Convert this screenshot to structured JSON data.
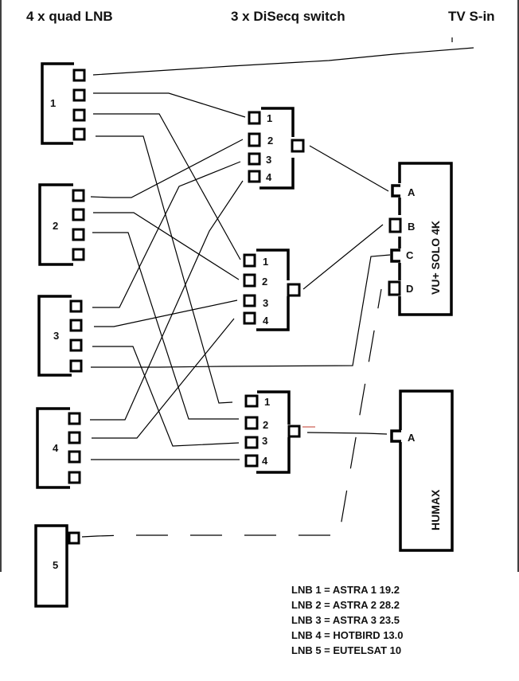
{
  "headers": {
    "lnb": "4 x quad LNB",
    "switch": "3 x DiSecq switch",
    "tv": "TV  S-in"
  },
  "lnbs": [
    {
      "label": "1"
    },
    {
      "label": "2"
    },
    {
      "label": "3"
    },
    {
      "label": "4"
    },
    {
      "label": "5"
    }
  ],
  "switches": [
    {
      "ports": [
        "1",
        "2",
        "3",
        "4"
      ]
    },
    {
      "ports": [
        "1",
        "2",
        "3",
        "4"
      ]
    },
    {
      "ports": [
        "1",
        "2",
        "3",
        "4"
      ]
    }
  ],
  "receivers": [
    {
      "name": "VU+  SOLO 4K",
      "ports": [
        "A",
        "B",
        "C",
        "D"
      ]
    },
    {
      "name": "HUMAX",
      "ports": [
        "A"
      ]
    }
  ],
  "legend": [
    "LNB 1 = ASTRA 1  19.2",
    "LNB 2 = ASTRA 2  28.2",
    "LNB 3 = ASTRA 3  23.5",
    "LNB 4 = HOTBIRD 13.0",
    "LNB 5 = EUTELSAT  10"
  ]
}
